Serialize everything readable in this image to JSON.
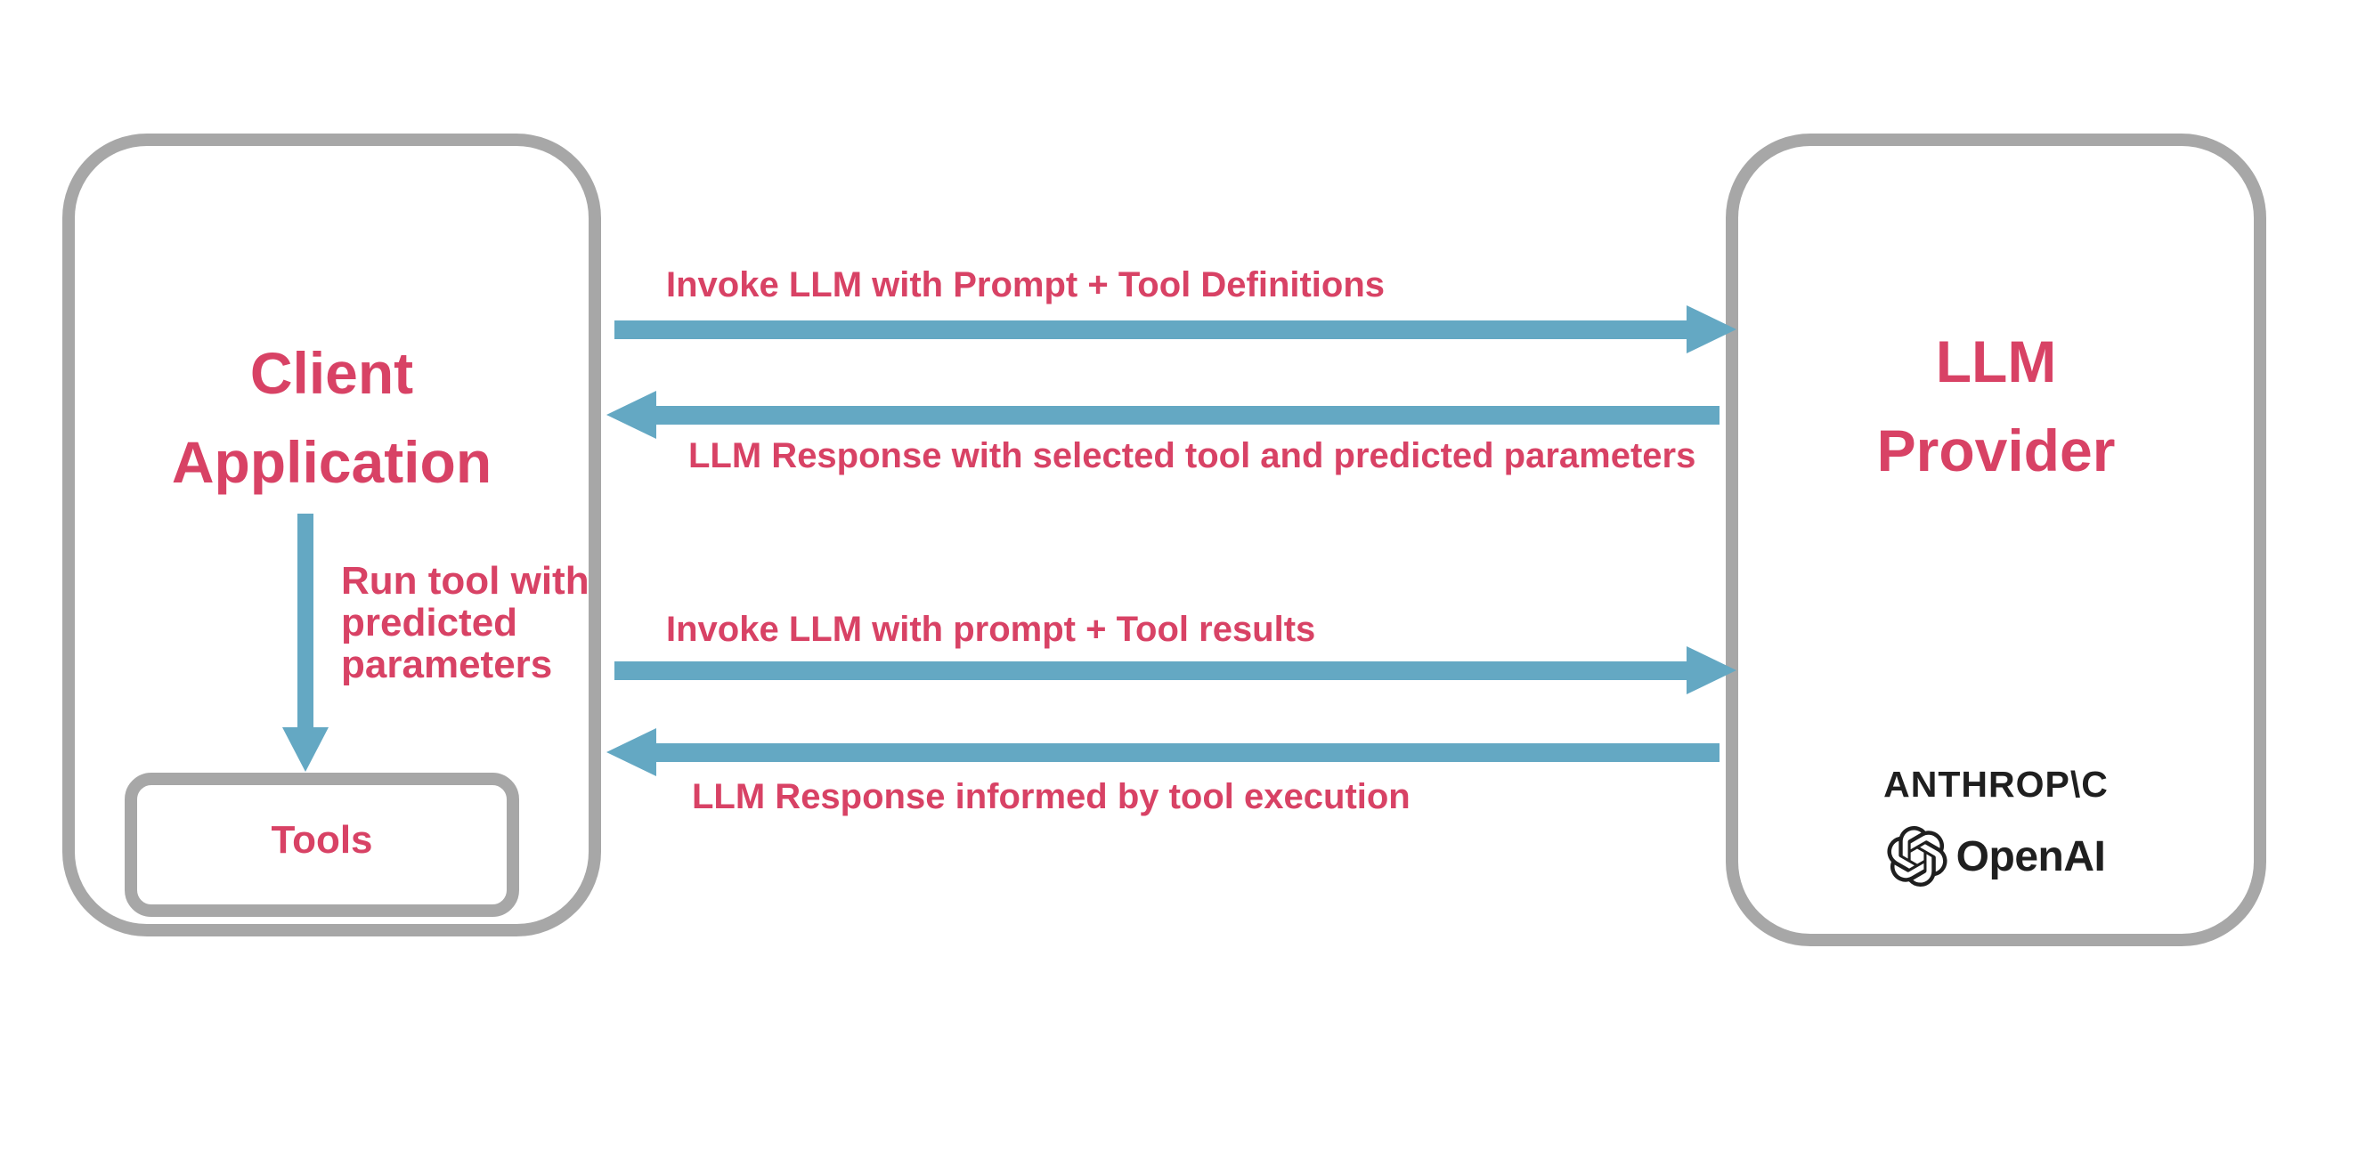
{
  "colors": {
    "accent_pink": "#d84265",
    "arrow_blue": "#64a8c3",
    "border_gray": "#a7a7a7",
    "logo_black": "#1f1f1f",
    "background": "#ffffff"
  },
  "client": {
    "title_lines": [
      "Client",
      "Application"
    ],
    "tools_label": "Tools"
  },
  "provider": {
    "title_lines": [
      "LLM",
      "Provider"
    ],
    "logos": [
      {
        "name": "anthropic",
        "text": "ANTHROP\\C"
      },
      {
        "name": "openai",
        "text": "OpenAI",
        "icon": "openai-knot-icon"
      }
    ]
  },
  "arrows": [
    {
      "id": "invoke-definitions",
      "direction": "right",
      "label": "Invoke LLM with Prompt + Tool Definitions"
    },
    {
      "id": "response-selected-tool",
      "direction": "left",
      "label": "LLM Response with selected tool and predicted parameters"
    },
    {
      "id": "invoke-results",
      "direction": "right",
      "label": "Invoke LLM with prompt + Tool results"
    },
    {
      "id": "response-informed",
      "direction": "left",
      "label": "LLM Response informed by tool execution"
    },
    {
      "id": "run-tool",
      "direction": "down",
      "label_lines": [
        "Run tool with",
        "predicted",
        "parameters"
      ]
    }
  ]
}
